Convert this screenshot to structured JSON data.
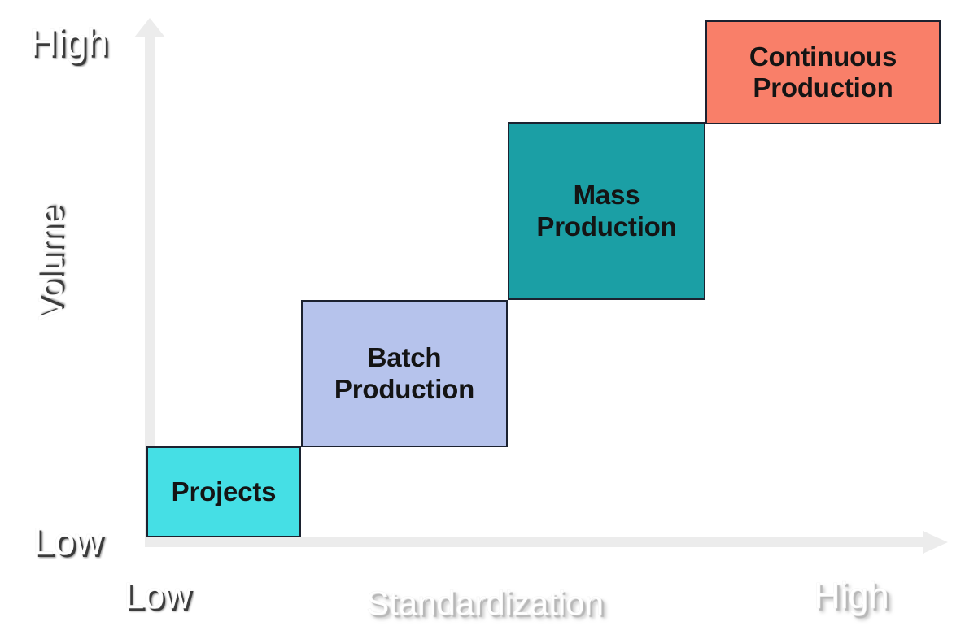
{
  "diagram": {
    "type": "product-process-matrix",
    "background_color": "#ffffff"
  },
  "axes": {
    "y": {
      "name": "Volume",
      "label": "Volume",
      "high_label": "High",
      "low_label": "Low",
      "arrow_direction": "up",
      "color": "#ececec"
    },
    "x": {
      "name": "Standardization",
      "label": "Standardization",
      "low_label": "Low",
      "high_label": "High",
      "arrow_direction": "right",
      "color": "#ececec"
    }
  },
  "boxes": [
    {
      "id": "projects",
      "label": "Projects",
      "fill": "#45DFE5",
      "border": "#1c2230",
      "volume": "Low",
      "standardization": "Low"
    },
    {
      "id": "batch",
      "label": "Batch\nProduction",
      "fill": "#B6C3EC",
      "border": "#1c2230",
      "volume": "Low-Medium",
      "standardization": "Low-Medium"
    },
    {
      "id": "mass",
      "label": "Mass\nProduction",
      "fill": "#1B9FA5",
      "border": "#1c2230",
      "volume": "Medium-High",
      "standardization": "Medium-High"
    },
    {
      "id": "continuous",
      "label": "Continuous\nProduction",
      "fill": "#F97F69",
      "border": "#1c2230",
      "volume": "High",
      "standardization": "High"
    }
  ],
  "chart_data": {
    "type": "scatter",
    "title": "",
    "xlabel": "Standardization",
    "ylabel": "Volume",
    "xlim": [
      "Low",
      "High"
    ],
    "ylim": [
      "Low",
      "High"
    ],
    "grid": false,
    "legend": "none",
    "categories": [
      "Projects",
      "Batch Production",
      "Mass Production",
      "Continuous Production"
    ],
    "series": [
      {
        "name": "Process types",
        "points": [
          {
            "label": "Projects",
            "x": 1,
            "y": 1,
            "color": "#45DFE5"
          },
          {
            "label": "Batch Production",
            "x": 2,
            "y": 2,
            "color": "#B6C3EC"
          },
          {
            "label": "Mass Production",
            "x": 3,
            "y": 3,
            "color": "#1B9FA5"
          },
          {
            "label": "Continuous Production",
            "x": 4,
            "y": 4,
            "color": "#F97F69"
          }
        ]
      }
    ],
    "annotations": [
      "High",
      "Low",
      "Volume",
      "Low",
      "High",
      "Standardization"
    ]
  }
}
